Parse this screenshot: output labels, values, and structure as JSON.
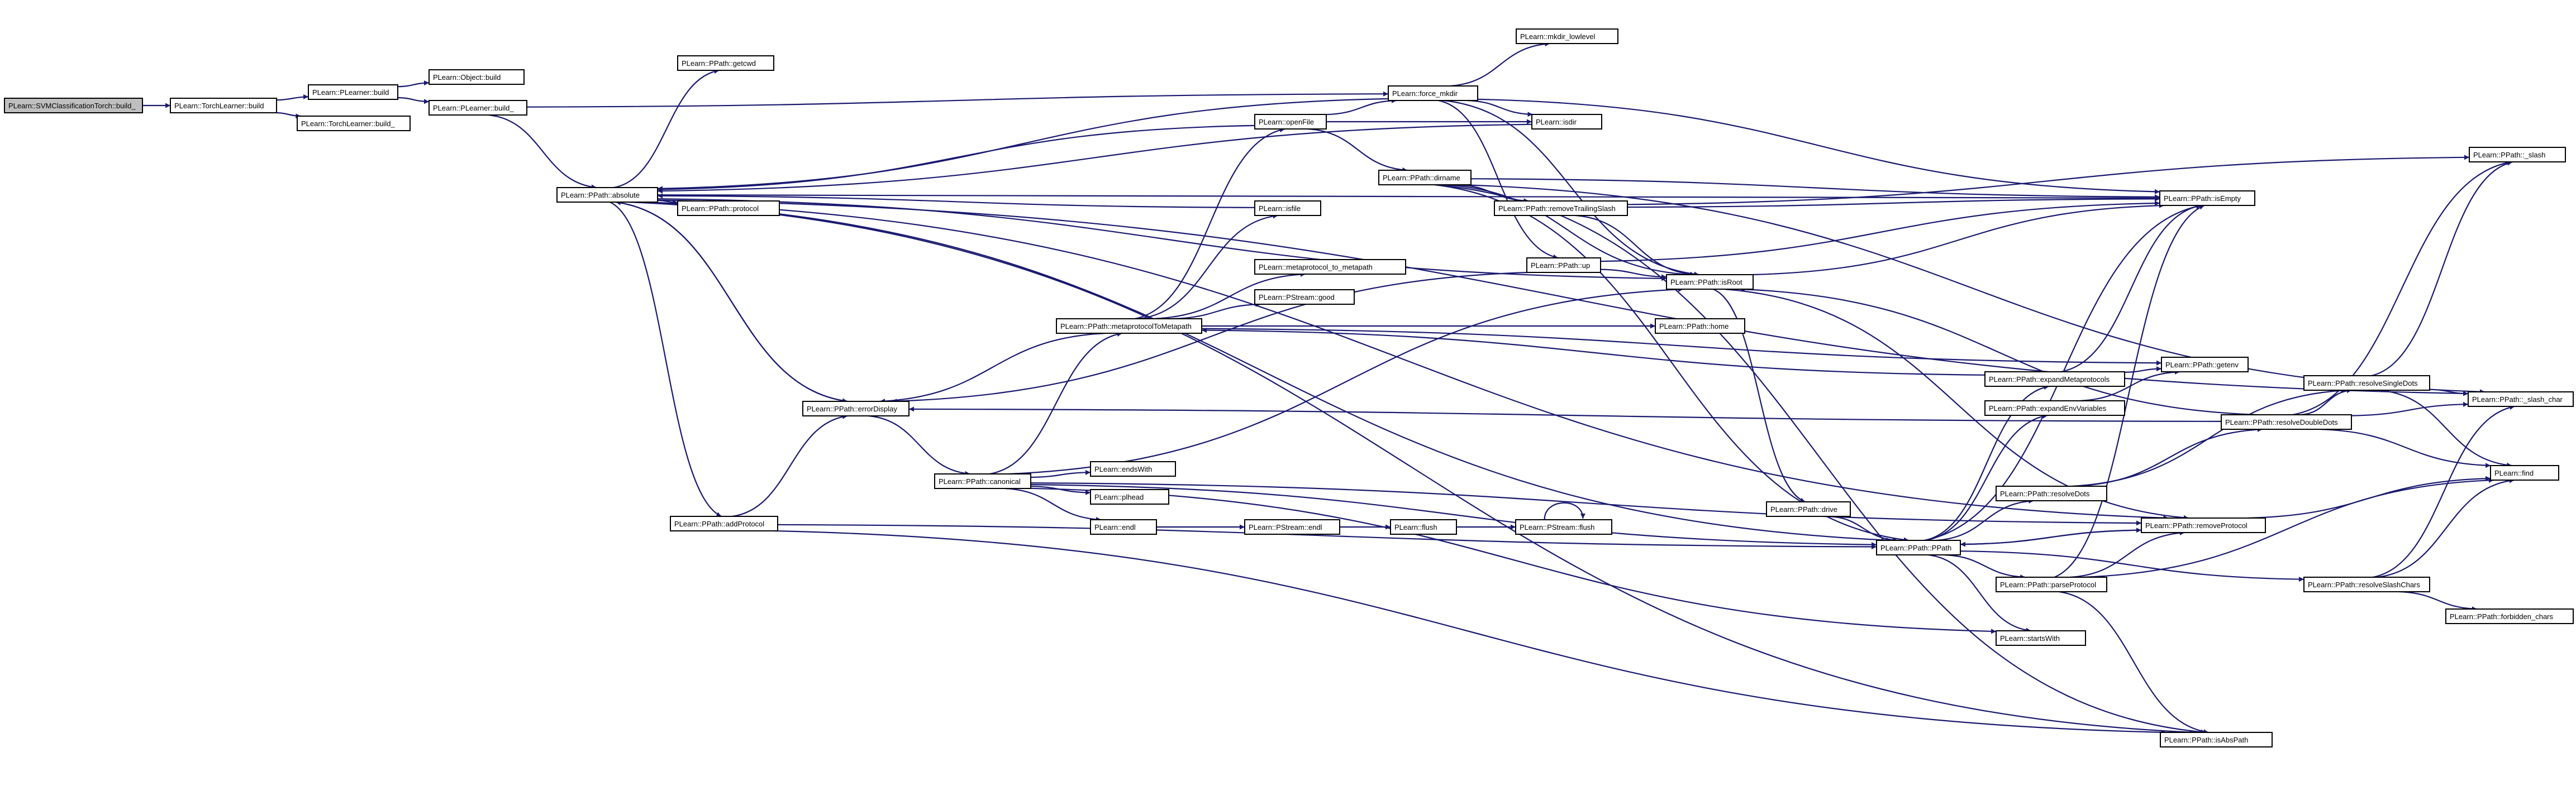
{
  "diagram": {
    "colors": {
      "edge": "#191970",
      "node_border": "#000000",
      "node_fill": "#ffffff",
      "root_fill": "#bfbfbf",
      "background": "#ffffff"
    },
    "nodes": [
      {
        "id": "svm_build_",
        "label": "PLearn::SVMClassificationTorch::build_",
        "root": true
      },
      {
        "id": "tl_build",
        "label": "PLearn::TorchLearner::build"
      },
      {
        "id": "pl_build",
        "label": "PLearn::PLearner::build"
      },
      {
        "id": "tl_build_",
        "label": "PLearn::TorchLearner::build_"
      },
      {
        "id": "obj_build",
        "label": "PLearn::Object::build"
      },
      {
        "id": "pl_build_",
        "label": "PLearn::PLearner::build_"
      },
      {
        "id": "absolute",
        "label": "PLearn::PPath::absolute"
      },
      {
        "id": "getcwd",
        "label": "PLearn::PPath::getcwd"
      },
      {
        "id": "protocol",
        "label": "PLearn::PPath::protocol"
      },
      {
        "id": "addProtocol",
        "label": "PLearn::PPath::addProtocol"
      },
      {
        "id": "errorDisplay",
        "label": "PLearn::PPath::errorDisplay"
      },
      {
        "id": "canonical",
        "label": "PLearn::PPath::canonical"
      },
      {
        "id": "endsWith",
        "label": "PLearn::endsWith"
      },
      {
        "id": "pathead",
        "label": "PLearn::plhead"
      },
      {
        "id": "endl",
        "label": "PLearn::endl"
      },
      {
        "id": "pstream_endl",
        "label": "PLearn::PStream::endl"
      },
      {
        "id": "flush",
        "label": "PLearn::flush"
      },
      {
        "id": "pstream_flush",
        "label": "PLearn::PStream::flush"
      },
      {
        "id": "m2m",
        "label": "PLearn::PPath::metaprotocolToMetapath"
      },
      {
        "id": "openFile",
        "label": "PLearn::openFile"
      },
      {
        "id": "isfile",
        "label": "PLearn::isfile"
      },
      {
        "id": "mp_to_mp",
        "label": "PLearn::metaprotocol_to_metapath"
      },
      {
        "id": "pstream_good",
        "label": "PLearn::PStream::good"
      },
      {
        "id": "force_mkdir",
        "label": "PLearn::force_mkdir"
      },
      {
        "id": "mkdir_lowlevel",
        "label": "PLearn::mkdir_lowlevel"
      },
      {
        "id": "isdir",
        "label": "PLearn::isdir"
      },
      {
        "id": "dirname",
        "label": "PLearn::PPath::dirname"
      },
      {
        "id": "removeTrailingSlash",
        "label": "PLearn::PPath::removeTrailingSlash"
      },
      {
        "id": "up",
        "label": "PLearn::PPath::up"
      },
      {
        "id": "isRoot",
        "label": "PLearn::PPath::isRoot"
      },
      {
        "id": "home",
        "label": "PLearn::PPath::home"
      },
      {
        "id": "drive",
        "label": "PLearn::PPath::drive"
      },
      {
        "id": "ppath",
        "label": "PLearn::PPath::PPath"
      },
      {
        "id": "expandMetaprotocols",
        "label": "PLearn::PPath::expandMetaprotocols"
      },
      {
        "id": "expandEnvVariables",
        "label": "PLearn::PPath::expandEnvVariables"
      },
      {
        "id": "resolveDots",
        "label": "PLearn::PPath::resolveDots"
      },
      {
        "id": "parseProtocol",
        "label": "PLearn::PPath::parseProtocol"
      },
      {
        "id": "startsWith",
        "label": "PLearn::startsWith"
      },
      {
        "id": "removeProtocol",
        "label": "PLearn::PPath::removeProtocol"
      },
      {
        "id": "isAbsPath",
        "label": "PLearn::PPath::isAbsPath"
      },
      {
        "id": "resolveDoubleDots",
        "label": "PLearn::PPath::resolveDoubleDots"
      },
      {
        "id": "resolveSingleDots",
        "label": "PLearn::PPath::resolveSingleDots"
      },
      {
        "id": "resolveSlashChars",
        "label": "PLearn::PPath::resolveSlashChars"
      },
      {
        "id": "forbidden_chars",
        "label": "PLearn::PPath::forbidden_chars"
      },
      {
        "id": "getenv",
        "label": "PLearn::PPath::getenv"
      },
      {
        "id": "isEmpty",
        "label": "PLearn::PPath::isEmpty"
      },
      {
        "id": "_slash",
        "label": "PLearn::PPath::_slash"
      },
      {
        "id": "_slash_char",
        "label": "PLearn::PPath::_slash_char"
      },
      {
        "id": "find",
        "label": "PLearn::find"
      }
    ],
    "edges": [
      [
        "svm_build_",
        "tl_build"
      ],
      [
        "tl_build",
        "pl_build"
      ],
      [
        "tl_build",
        "tl_build_"
      ],
      [
        "pl_build",
        "obj_build"
      ],
      [
        "pl_build",
        "pl_build_"
      ],
      [
        "pl_build_",
        "absolute"
      ],
      [
        "pl_build_",
        "force_mkdir"
      ],
      [
        "absolute",
        "getcwd"
      ],
      [
        "absolute",
        "protocol"
      ],
      [
        "absolute",
        "addProtocol"
      ],
      [
        "absolute",
        "errorDisplay"
      ],
      [
        "absolute",
        "isEmpty"
      ],
      [
        "absolute",
        "isRoot"
      ],
      [
        "absolute",
        "ppath"
      ],
      [
        "absolute",
        "isAbsPath"
      ],
      [
        "absolute",
        "removeProtocol"
      ],
      [
        "absolute",
        "_slash_char"
      ],
      [
        "addProtocol",
        "errorDisplay"
      ],
      [
        "addProtocol",
        "ppath"
      ],
      [
        "addProtocol",
        "isAbsPath"
      ],
      [
        "errorDisplay",
        "absolute"
      ],
      [
        "errorDisplay",
        "canonical"
      ],
      [
        "canonical",
        "endsWith"
      ],
      [
        "canonical",
        "pathead"
      ],
      [
        "canonical",
        "endl"
      ],
      [
        "canonical",
        "m2m"
      ],
      [
        "canonical",
        "ppath"
      ],
      [
        "canonical",
        "startsWith"
      ],
      [
        "canonical",
        "removeProtocol"
      ],
      [
        "canonical",
        "isRoot"
      ],
      [
        "endl",
        "pstream_endl"
      ],
      [
        "pstream_endl",
        "flush"
      ],
      [
        "flush",
        "pstream_flush"
      ],
      [
        "pstream_flush",
        "pstream_flush"
      ],
      [
        "m2m",
        "openFile"
      ],
      [
        "m2m",
        "isfile"
      ],
      [
        "m2m",
        "mp_to_mp"
      ],
      [
        "m2m",
        "pstream_good"
      ],
      [
        "m2m",
        "home"
      ],
      [
        "m2m",
        "getenv"
      ],
      [
        "m2m",
        "errorDisplay"
      ],
      [
        "openFile",
        "force_mkdir"
      ],
      [
        "openFile",
        "isdir"
      ],
      [
        "openFile",
        "dirname"
      ],
      [
        "openFile",
        "absolute"
      ],
      [
        "isfile",
        "absolute"
      ],
      [
        "force_mkdir",
        "mkdir_lowlevel"
      ],
      [
        "force_mkdir",
        "isdir"
      ],
      [
        "force_mkdir",
        "up"
      ],
      [
        "force_mkdir",
        "isRoot"
      ],
      [
        "force_mkdir",
        "isEmpty"
      ],
      [
        "force_mkdir",
        "absolute"
      ],
      [
        "isdir",
        "absolute"
      ],
      [
        "dirname",
        "removeTrailingSlash"
      ],
      [
        "dirname",
        "isEmpty"
      ],
      [
        "dirname",
        "isRoot"
      ],
      [
        "dirname",
        "ppath"
      ],
      [
        "dirname",
        "_slash_char"
      ],
      [
        "dirname",
        "isAbsPath"
      ],
      [
        "removeTrailingSlash",
        "isRoot"
      ],
      [
        "removeTrailingSlash",
        "isEmpty"
      ],
      [
        "removeTrailingSlash",
        "_slash"
      ],
      [
        "up",
        "isRoot"
      ],
      [
        "up",
        "isEmpty"
      ],
      [
        "up",
        "errorDisplay"
      ],
      [
        "isRoot",
        "drive"
      ],
      [
        "isRoot",
        "isEmpty"
      ],
      [
        "isRoot",
        "removeProtocol"
      ],
      [
        "drive",
        "ppath"
      ],
      [
        "ppath",
        "expandMetaprotocols"
      ],
      [
        "ppath",
        "expandEnvVariables"
      ],
      [
        "ppath",
        "resolveDots"
      ],
      [
        "ppath",
        "parseProtocol"
      ],
      [
        "ppath",
        "startsWith"
      ],
      [
        "ppath",
        "resolveSlashChars"
      ],
      [
        "ppath",
        "removeProtocol"
      ],
      [
        "ppath",
        "isEmpty"
      ],
      [
        "expandMetaprotocols",
        "getenv"
      ],
      [
        "expandMetaprotocols",
        "isEmpty"
      ],
      [
        "expandMetaprotocols",
        "m2m"
      ],
      [
        "expandEnvVariables",
        "getenv"
      ],
      [
        "resolveDots",
        "resolveDoubleDots"
      ],
      [
        "resolveDots",
        "resolveSingleDots"
      ],
      [
        "parseProtocol",
        "removeProtocol"
      ],
      [
        "parseProtocol",
        "isAbsPath"
      ],
      [
        "parseProtocol",
        "isEmpty"
      ],
      [
        "parseProtocol",
        "find"
      ],
      [
        "removeProtocol",
        "ppath"
      ],
      [
        "removeProtocol",
        "find"
      ],
      [
        "resolveDoubleDots",
        "resolveSingleDots"
      ],
      [
        "resolveDoubleDots",
        "_slash"
      ],
      [
        "resolveDoubleDots",
        "_slash_char"
      ],
      [
        "resolveDoubleDots",
        "find"
      ],
      [
        "resolveDoubleDots",
        "isRoot"
      ],
      [
        "resolveDoubleDots",
        "errorDisplay"
      ],
      [
        "resolveSingleDots",
        "_slash"
      ],
      [
        "resolveSingleDots",
        "_slash_char"
      ],
      [
        "resolveSingleDots",
        "find"
      ],
      [
        "resolveSlashChars",
        "forbidden_chars"
      ],
      [
        "resolveSlashChars",
        "_slash_char"
      ],
      [
        "resolveSlashChars",
        "find"
      ]
    ]
  }
}
